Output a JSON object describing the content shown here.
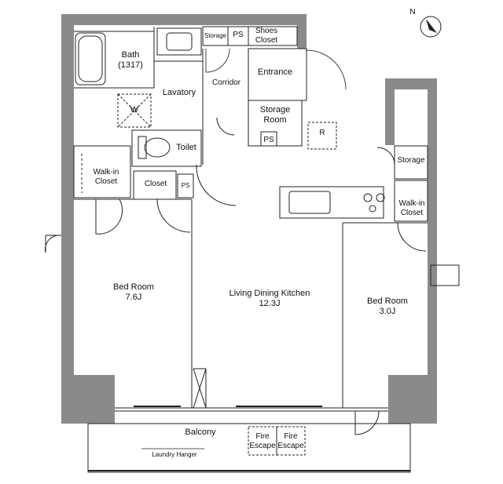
{
  "rooms": {
    "bath": {
      "name": "Bath",
      "size": "(1317)"
    },
    "lavatory": {
      "name": "Lavatory"
    },
    "washer": {
      "name": "W"
    },
    "storage_small": {
      "name": "Storage"
    },
    "ps_top": {
      "name": "PS"
    },
    "shoes_closet": {
      "line1": "Shoes",
      "line2": "Closet"
    },
    "corridor": {
      "name": "Corridor"
    },
    "entrance": {
      "name": "Entrance"
    },
    "storage_room": {
      "line1": "Storage",
      "line2": "Room"
    },
    "ps_mid": {
      "name": "PS"
    },
    "fridge": {
      "name": "R"
    },
    "toilet": {
      "name": "Toilet"
    },
    "walkin_left": {
      "line1": "Walk-in",
      "line2": "Closet"
    },
    "closet": {
      "name": "Closet"
    },
    "ps_left": {
      "name": "PS"
    },
    "storage_right": {
      "name": "Storage"
    },
    "walkin_right": {
      "line1": "Walk-in",
      "line2": "Closet"
    },
    "bedroom_left": {
      "name": "Bed Room",
      "size": "7.6J"
    },
    "ldk": {
      "name": "Living Dining Kitchen",
      "size": "12.3J"
    },
    "bedroom_right": {
      "name": "Bed Room",
      "size": "3.0J"
    },
    "balcony": {
      "name": "Balcony"
    },
    "laundry": {
      "name": "Laundry Hanger"
    },
    "fire_escape_1": {
      "line1": "Fire",
      "line2": "Escape"
    },
    "fire_escape_2": {
      "line1": "Fire",
      "line2": "Escape"
    }
  },
  "compass": {
    "label": "N"
  },
  "colors": {
    "wall": "#8a8a8a",
    "line": "#222222",
    "background": "#ffffff"
  }
}
